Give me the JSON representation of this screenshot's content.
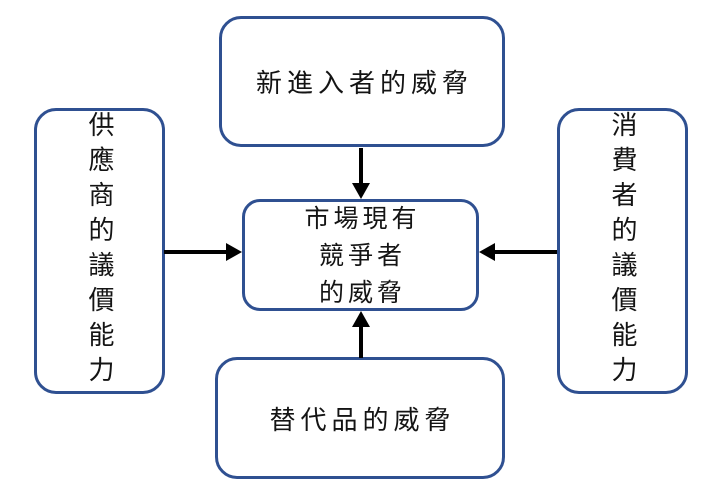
{
  "diagram": {
    "type": "five-forces",
    "boxes": {
      "new_entrants": {
        "label": "新進入者的威脅"
      },
      "suppliers": {
        "label": "供應商的議價能力"
      },
      "buyers": {
        "label": "消費者的議價能力"
      },
      "substitutes": {
        "label": "替代品的威脅"
      },
      "competitors": {
        "lines": [
          "市場現有",
          "競爭者",
          "的威脅"
        ]
      }
    },
    "arrows": [
      {
        "from": "new_entrants",
        "to": "competitors",
        "direction": "down"
      },
      {
        "from": "suppliers",
        "to": "competitors",
        "direction": "right"
      },
      {
        "from": "buyers",
        "to": "competitors",
        "direction": "left"
      },
      {
        "from": "substitutes",
        "to": "competitors",
        "direction": "up"
      }
    ],
    "colors": {
      "box_border": "#2F5091",
      "box_fill": "#FFFFFF",
      "arrow": "#000000",
      "text": "#141414",
      "background": "#FFFFFF"
    }
  }
}
